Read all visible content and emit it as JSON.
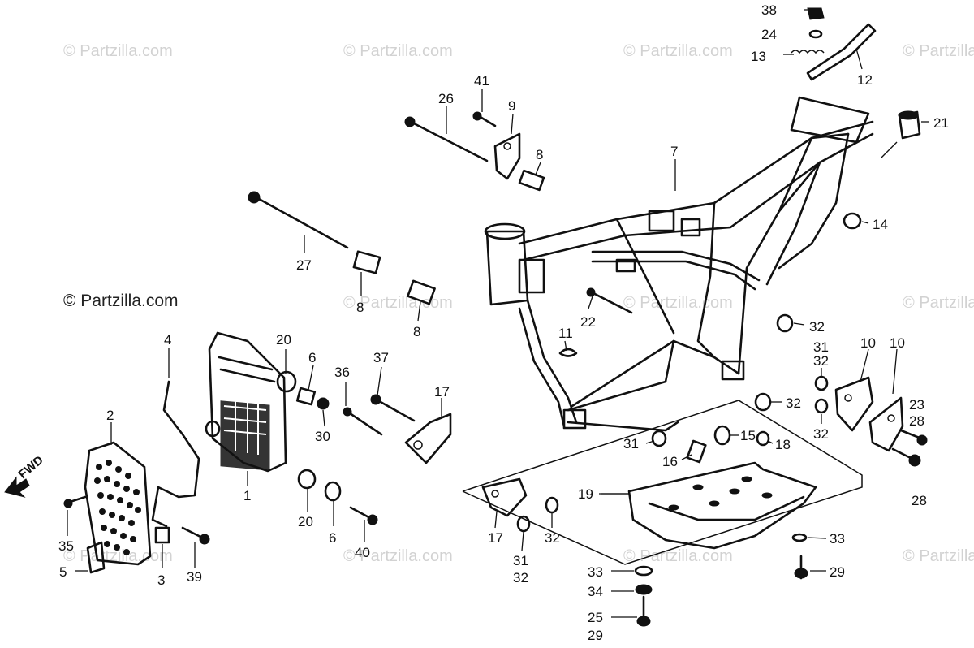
{
  "watermarks": {
    "text": "© Partzilla.com",
    "overlay_text": "© Partzilla.com"
  },
  "direction": {
    "label": "FWD"
  },
  "callouts": {
    "c1": "1",
    "c2": "2",
    "c3": "3",
    "c4": "4",
    "c5": "5",
    "c6a": "6",
    "c6b": "6",
    "c7": "7",
    "c8a": "8",
    "c8b": "8",
    "c8c": "8",
    "c9": "9",
    "c10a": "10",
    "c10b": "10",
    "c11": "11",
    "c12": "12",
    "c13": "13",
    "c14": "14",
    "c15": "15",
    "c16": "16",
    "c17a": "17",
    "c17b": "17",
    "c18": "18",
    "c19": "19",
    "c20a": "20",
    "c20b": "20",
    "c21": "21",
    "c22": "22",
    "c23": "23",
    "c24": "24",
    "c25": "25",
    "c26": "26",
    "c27": "27",
    "c28a": "28",
    "c28b": "28",
    "c29a": "29",
    "c29b": "29",
    "c30": "30",
    "c31a": "31",
    "c31b": "31",
    "c31c": "31",
    "c32a": "32",
    "c32b": "32",
    "c32c": "32",
    "c32d": "32",
    "c32e": "32",
    "c32f": "32",
    "c33a": "33",
    "c33b": "33",
    "c34": "34",
    "c35": "35",
    "c36": "36",
    "c37": "37",
    "c38": "38",
    "c39": "39",
    "c40": "40",
    "c41": "41"
  }
}
